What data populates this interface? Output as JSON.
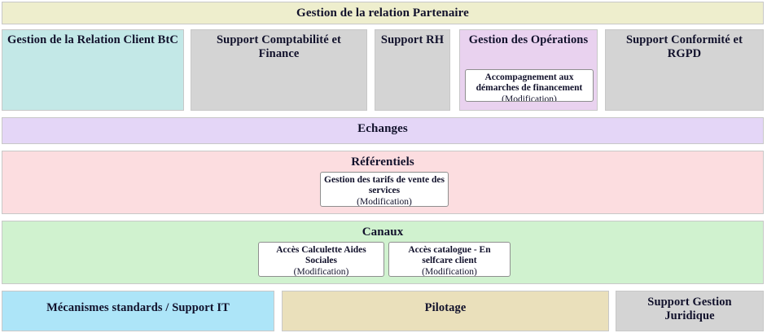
{
  "header": {
    "title": "Gestion de la relation Partenaire",
    "bg": "#eeeecd"
  },
  "domains": [
    {
      "title": "Gestion de la Relation Client BtC",
      "bg": "#c3e8e7",
      "capabilities": []
    },
    {
      "title": "Support Comptabilité et Finance",
      "bg": "#d4d4d4",
      "capabilities": []
    },
    {
      "title": "Support RH",
      "bg": "#d4d4d4",
      "capabilities": []
    },
    {
      "title": "Gestion des Opérations",
      "bg": "#e9d2ef",
      "capabilities": [
        {
          "name": "Accompagnement aux démarches de financement",
          "state": "(Modification)"
        }
      ]
    },
    {
      "title": "Support Conformité et RGPD",
      "bg": "#d4d4d4",
      "capabilities": []
    }
  ],
  "bands": [
    {
      "title": "Echanges",
      "bg": "#e4d6f7",
      "capabilities": []
    },
    {
      "title": "Référentiels",
      "bg": "#fcdde0",
      "capabilities": [
        {
          "name": "Gestion des tarifs de vente des services",
          "state": "(Modification)"
        }
      ]
    },
    {
      "title": "Canaux",
      "bg": "#d0f2cf",
      "capabilities": [
        {
          "name": "Accès Calculette Aides Sociales",
          "state": "(Modification)"
        },
        {
          "name": "Accès catalogue - En selfcare client",
          "state": "(Modification)"
        }
      ]
    }
  ],
  "footer": [
    {
      "title": "Mécanismes standards / Support IT",
      "bg": "#ade5f8"
    },
    {
      "title": "Pilotage",
      "bg": "#eae0bb"
    },
    {
      "title": "Support Gestion Juridique",
      "bg": "#d4d4d4"
    }
  ]
}
